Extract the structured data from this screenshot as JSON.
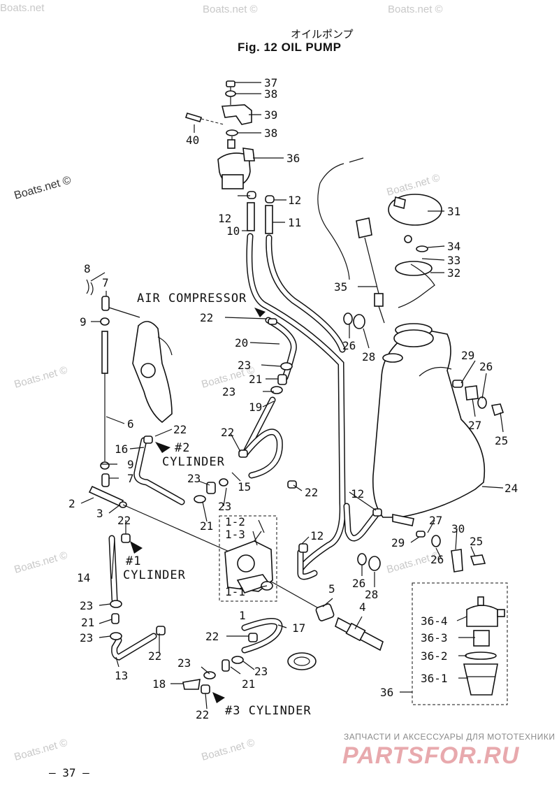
{
  "title": {
    "japanese": "オイルポンプ",
    "english": "Fig. 12  OIL PUMP"
  },
  "watermarks": [
    "Boats.net",
    "Boats.net ©",
    "Boats.net ©",
    "Boats.net ©",
    "Boats.net ©",
    "Boats.net ©",
    "Boats.net ©",
    "Boats.net ©",
    "Boats.net ©",
    "Boats.net ©",
    "Boats.net ©"
  ],
  "notes": {
    "air_compressor": "AIR COMPRESSOR",
    "cyl2_num": "#2",
    "cyl2": "CYLINDER",
    "cyl1_num": "#1",
    "cyl1": "CYLINDER",
    "cyl3": "#3 CYLINDER"
  },
  "callouts": {
    "p37": "37",
    "p38a": "38",
    "p39": "39",
    "p40": "40",
    "p38b": "38",
    "p36a": "36",
    "p12a": "12",
    "p12b": "12",
    "p10": "10",
    "p11": "11",
    "p31": "31",
    "p34": "34",
    "p33": "33",
    "p32": "32",
    "p35": "35",
    "p26a": "26",
    "p28a": "28",
    "p29a": "29",
    "p26b": "26",
    "p27a": "27",
    "p25a": "25",
    "p24": "24",
    "p8": "8",
    "p7a": "7",
    "p9a": "9",
    "p6": "6",
    "p9b": "9",
    "p7b": "7",
    "p2": "2",
    "p3": "3",
    "p22a": "22",
    "p20": "20",
    "p23a": "23",
    "p21a": "21",
    "p23b": "23",
    "p19": "19",
    "p22b": "22",
    "p16": "16",
    "p22c": "22",
    "p15": "15",
    "p23c": "23",
    "p21b": "21",
    "p23d": "23",
    "p22d": "22",
    "p1_2": "1-2",
    "p1_3": "1-3",
    "p12c": "12",
    "p1_1": "1-1",
    "p1": "1",
    "p12d": "12",
    "p27b": "27",
    "p30": "30",
    "p29b": "29",
    "p26c": "26",
    "p25b": "25",
    "p26d": "26",
    "p28b": "28",
    "p22e": "22",
    "p14": "14",
    "p23e": "23",
    "p21c": "21",
    "p23f": "23",
    "p13": "13",
    "p22f": "22",
    "p5": "5",
    "p4": "4",
    "p22g": "22",
    "p17": "17",
    "p23g": "23",
    "p18": "18",
    "p21d": "21",
    "p23h": "23",
    "p22h": "22",
    "p36_4": "36-4",
    "p36_3": "36-3",
    "p36_2": "36-2",
    "p36_1": "36-1",
    "p36b": "36"
  },
  "brand": {
    "tagline": "ЗАПЧАСТИ И АКСЕССУАРЫ ДЛЯ МОТОТЕХНИКИ",
    "name": "PARTSFOR.RU",
    "color": "#e8a9ad"
  },
  "page_number": "– 37 –"
}
